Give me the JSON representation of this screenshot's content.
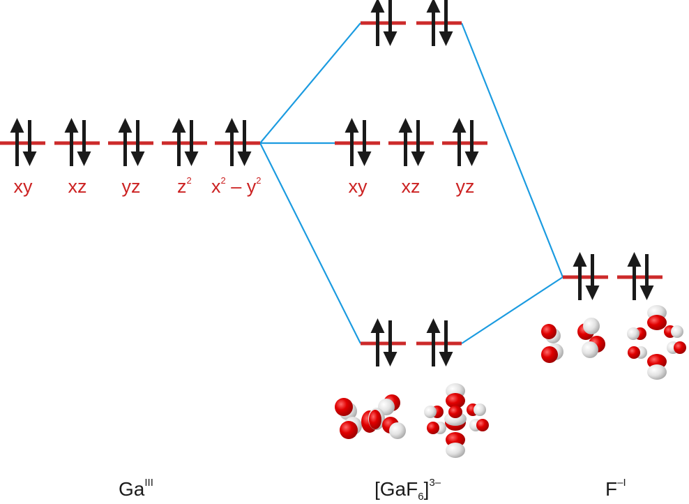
{
  "colors": {
    "level": "#cc2a2a",
    "connector": "#1b9be0",
    "electron_arrow": "#1a1a1a",
    "label": "#cc2222",
    "lobe_red": "#e00000",
    "lobe_white": "#e6e6e6"
  },
  "columns": {
    "metal": {
      "name": "Ga",
      "superscript": "III",
      "orbitals": [
        {
          "label": "xy",
          "electrons": 2
        },
        {
          "label": "xz",
          "electrons": 2
        },
        {
          "label": "yz",
          "electrons": 2
        },
        {
          "label": "z",
          "label_sup": "2",
          "electrons": 2
        },
        {
          "label": "x",
          "label_sup": "2",
          "label_mid": " – ",
          "label_end": "y",
          "label_end_sup": "2",
          "electrons": 2
        }
      ]
    },
    "complex": {
      "name_pre": "[GaF",
      "subscript": "6",
      "name_post": "]",
      "superscript": "3–",
      "upper_levels": [
        {
          "electrons": 2
        },
        {
          "electrons": 2
        }
      ],
      "nonbonding_levels": [
        {
          "label": "xy",
          "electrons": 2
        },
        {
          "label": "xz",
          "electrons": 2
        },
        {
          "label": "yz",
          "electrons": 2
        }
      ],
      "lower_levels": [
        {
          "electrons": 2
        },
        {
          "electrons": 2
        }
      ]
    },
    "ligand": {
      "name": "F",
      "superscript": "–I",
      "levels": [
        {
          "electrons": 2
        },
        {
          "electrons": 2
        }
      ]
    }
  }
}
